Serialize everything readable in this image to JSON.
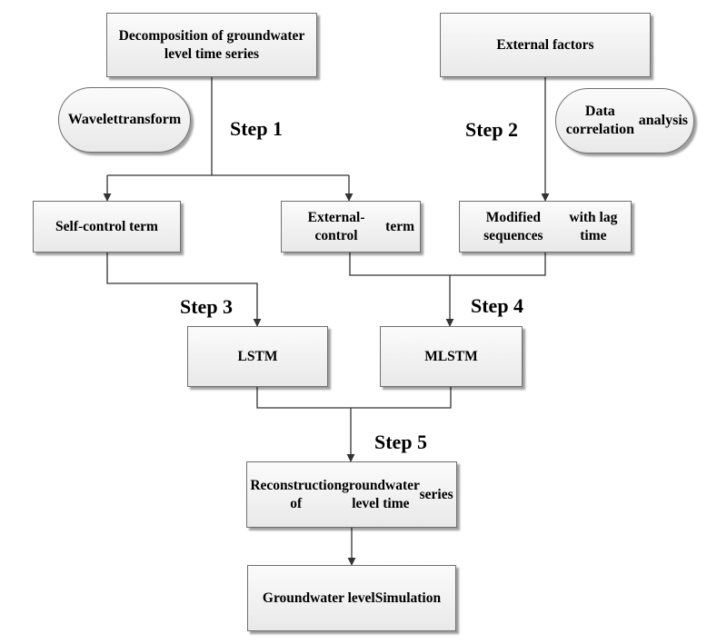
{
  "nodes": {
    "decomposition": "Decomposition of groundwater level time series",
    "external_factors": "External factors",
    "wavelet": "Wavelet transform",
    "data_correlation": "Data correlation analysis",
    "self_control": "Self-control term",
    "external_control": "External-control term",
    "modified_sequences": "Modified sequences with lag time",
    "lstm": "LSTM",
    "mlstm": "MLSTM",
    "reconstruction": "Reconstruction of groundwater level time series",
    "simulation": "Groundwater level Simulation"
  },
  "steps": {
    "step1": "Step 1",
    "step2": "Step 2",
    "step3": "Step 3",
    "step4": "Step 4",
    "step5": "Step 5"
  },
  "colors": {
    "line": "#333333",
    "box_border": "#6f6f6f"
  }
}
